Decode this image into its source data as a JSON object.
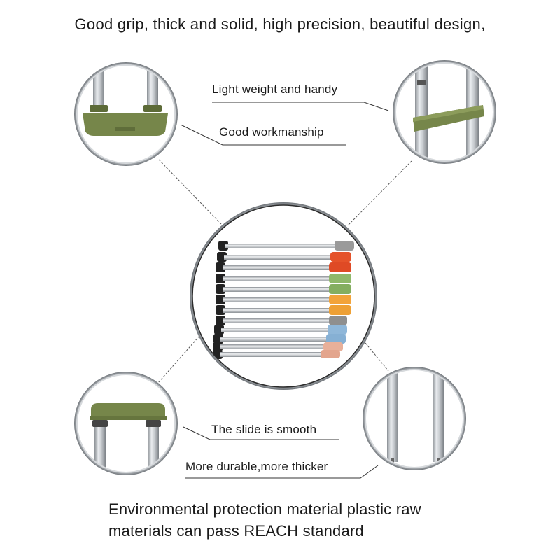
{
  "headline": "Good grip, thick and solid, high precision, beautiful design,",
  "callouts": {
    "light_weight": "Light weight and handy",
    "workmanship": "Good workmanship",
    "slide_smooth": "The slide is smooth",
    "durable": "More durable,more thicker"
  },
  "footer": {
    "line1": "Environmental protection material plastic raw",
    "line2": "materials can pass REACH standard"
  },
  "colors": {
    "handle_green": "#76864a",
    "orange_red": "#e5532a",
    "light_green": "#8fb86a",
    "orange": "#f2a33a",
    "light_blue": "#8fb7d9",
    "peach": "#e8b09a",
    "grey": "#9a9a9a"
  }
}
